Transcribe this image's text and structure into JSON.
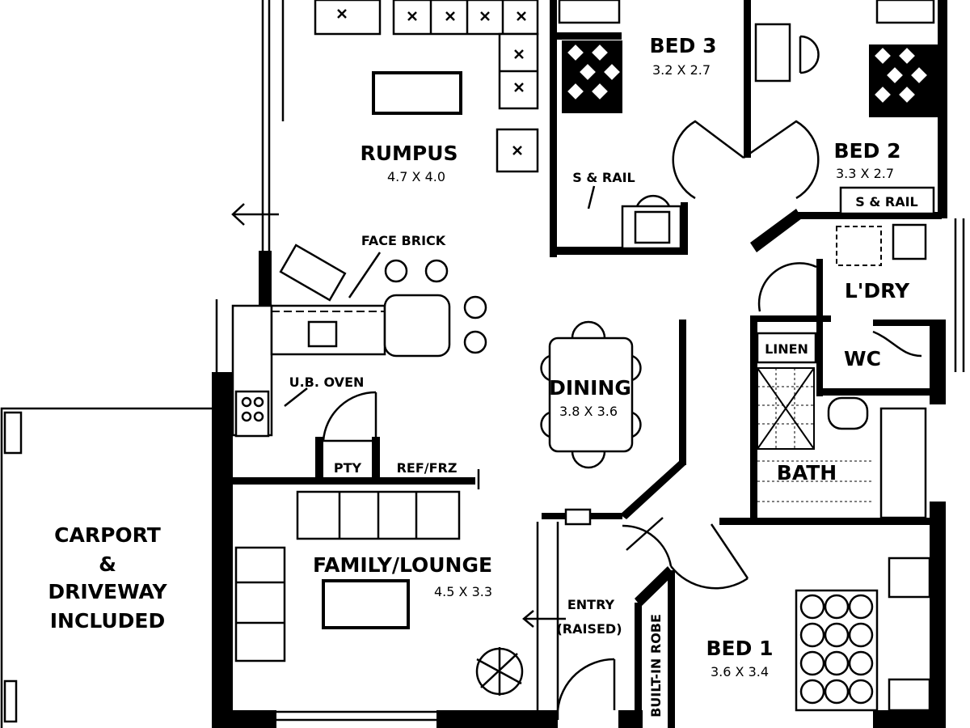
{
  "rooms": {
    "rumpus": {
      "name": "RUMPUS",
      "size": "4.7 X 4.0"
    },
    "bed3": {
      "name": "BED 3",
      "size": "3.2 X 2.7"
    },
    "bed2": {
      "name": "BED 2",
      "size": "3.3 X 2.7"
    },
    "dining": {
      "name": "DINING",
      "size": "3.8 X 3.6"
    },
    "family": {
      "name": "FAMILY/LOUNGE",
      "size": "4.5 X 3.3"
    },
    "bed1": {
      "name": "BED 1",
      "size": "3.6 X 3.4"
    },
    "laundry": {
      "name": "L'DRY"
    },
    "wc": {
      "name": "WC"
    },
    "bath": {
      "name": "BATH"
    }
  },
  "labels": {
    "s_rail_bed3": "S & RAIL",
    "s_rail_bed2": "S & RAIL",
    "face_brick": "FACE BRICK",
    "ub_oven": "U.B. OVEN",
    "pty": "PTY",
    "ref_frz": "REF/FRZ",
    "linen": "LINEN",
    "entry_1": "ENTRY",
    "entry_2": "(RAISED)",
    "built_in_robe": "BUILT-IN ROBE"
  },
  "carport": [
    "CARPORT",
    "&",
    "DRIVEWAY",
    "INCLUDED"
  ]
}
